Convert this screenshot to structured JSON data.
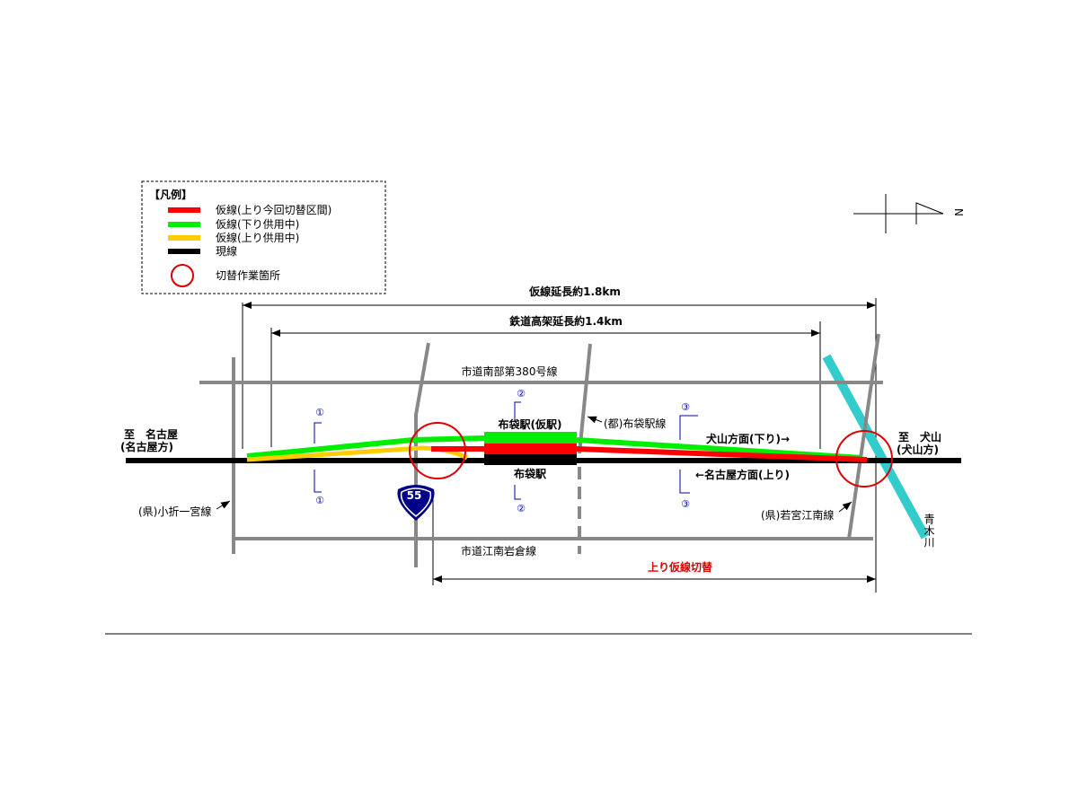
{
  "legend": {
    "title": "【凡例】",
    "items": [
      {
        "label": "仮線(上り今回切替区間)",
        "color": "#ff0000"
      },
      {
        "label": "仮線(下り供用中)",
        "color": "#00ee00"
      },
      {
        "label": "仮線(上り供用中)",
        "color": "#ffcc00"
      },
      {
        "label": "現線",
        "color": "#000000"
      }
    ],
    "circle_label": "切替作業箇所"
  },
  "north_label": "N",
  "dimensions": {
    "temp_line_length": "仮線延長約1.8km",
    "elevated_length": "鉄道高架延長約1.4km",
    "up_switch": "上り仮線切替"
  },
  "places": {
    "nagoya": "至　名古屋",
    "nagoya_dir": "(名古屋方)",
    "inuyama": "至　犬山",
    "inuyama_dir": "(犬山方)",
    "temp_station": "布袋駅(仮駅)",
    "station": "布袋駅",
    "down_dir": "犬山方面(下り)→",
    "up_dir": "←名古屋方面(上り)",
    "river": "青木川"
  },
  "roads": {
    "north_road": "市道南部第380号線",
    "south_road": "市道江南岩倉線",
    "west_road": "(県)小折一宮線",
    "station_road": "(都)布袋駅線",
    "east_road": "(県)若宮江南線",
    "route_number": "55"
  },
  "sections": [
    "①",
    "②",
    "③"
  ],
  "colors": {
    "red": "#ff0000",
    "green": "#00ee00",
    "yellow": "#ffcc00",
    "road": "#888888",
    "river": "#33cccc",
    "blue": "#0000aa"
  }
}
